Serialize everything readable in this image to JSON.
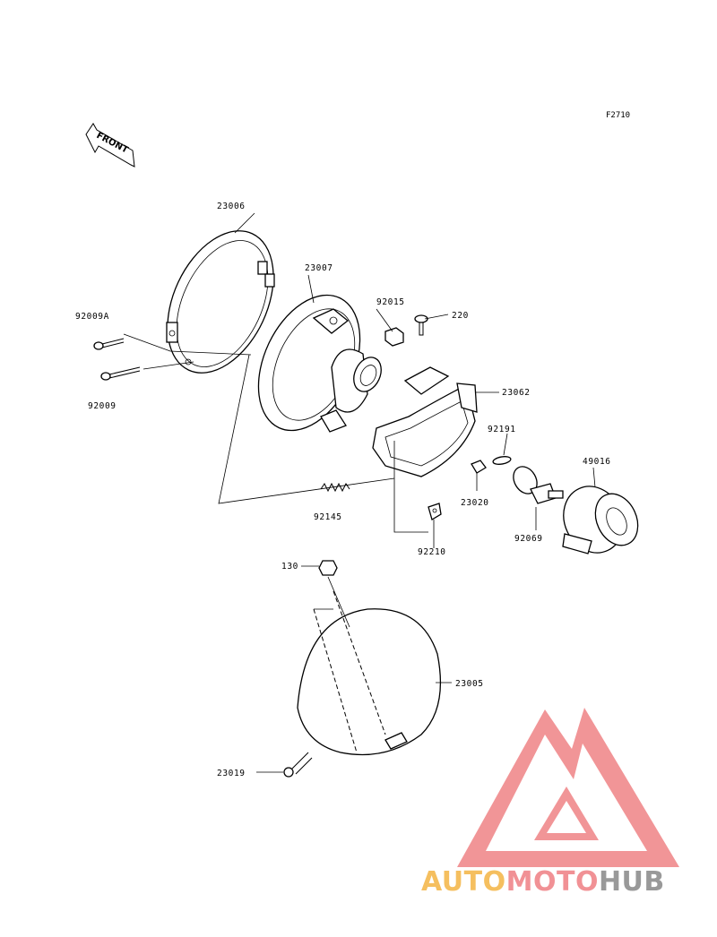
{
  "figure_code": "F2710",
  "front_label": "FRONT",
  "parts": {
    "p23006": "23006",
    "p23007": "23007",
    "p92009A": "92009A",
    "p92009": "92009",
    "p92015": "92015",
    "p220": "220",
    "p23062": "23062",
    "p92191": "92191",
    "p49016": "49016",
    "p23020": "23020",
    "p92145": "92145",
    "p92210": "92210",
    "p92069": "92069",
    "p130": "130",
    "p23005": "23005",
    "p23019": "23019"
  },
  "watermark": {
    "part1": "AUTO",
    "part2": "MOTO",
    "part3": "HUB",
    "colors": {
      "auto": "#f5b94e",
      "moto": "#f0868a",
      "hub": "#8e8e8e",
      "logo": "#f08a8c"
    }
  }
}
